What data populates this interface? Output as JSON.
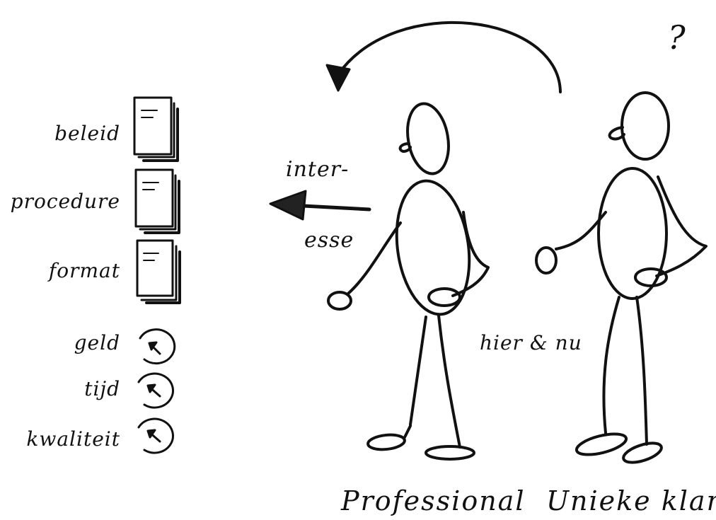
{
  "left_list": {
    "documents": [
      "beleid",
      "procedure",
      "format"
    ],
    "dials": [
      "geld",
      "tijd",
      "kwaliteit"
    ]
  },
  "arrow_label": {
    "line1": "inter-",
    "line2": "esse"
  },
  "question_mark": "?",
  "center_label": "hier & nu",
  "figures": {
    "left": "Professional",
    "right": "Unieke klant"
  },
  "colors": {
    "ink": "#111111",
    "paper": "#ffffff"
  },
  "icons": [
    "document-stack-icon",
    "gauge-dial-icon",
    "curved-arrow",
    "left-arrow"
  ]
}
